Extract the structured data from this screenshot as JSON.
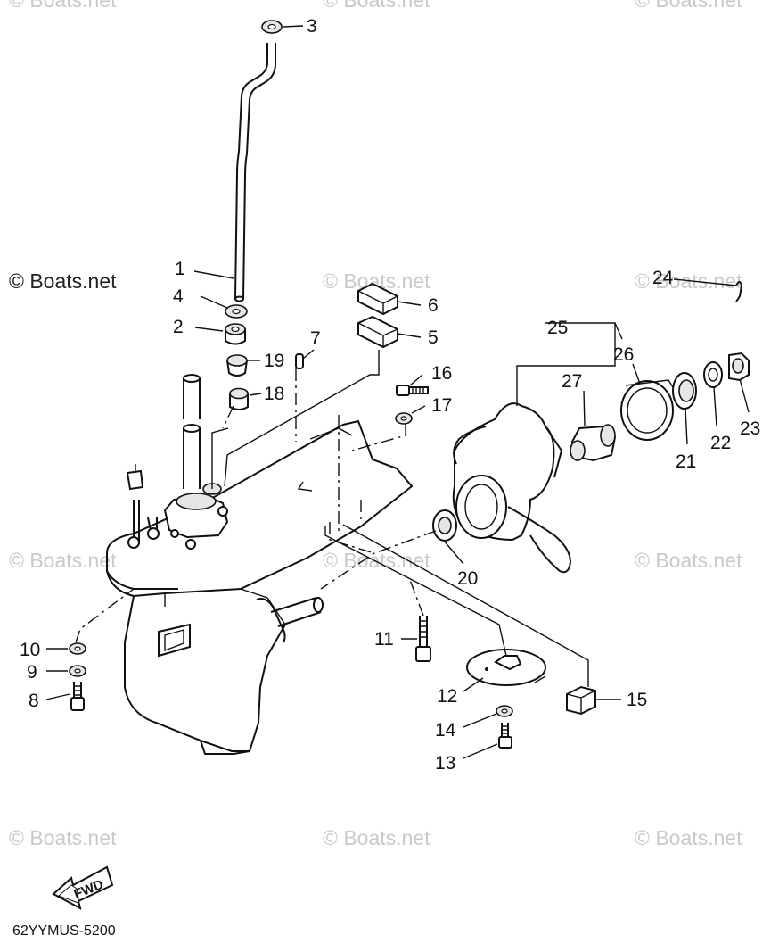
{
  "watermarks": [
    "© Boats.net",
    "© Boats.net",
    "© Boats.net",
    "© Boats.net",
    "© Boats.net",
    "© Boats.net",
    "© Boats.net",
    "© Boats.net",
    "© Boats.net",
    "© Boats.net",
    "© Boats.net",
    "© Boats.net"
  ],
  "callouts": {
    "c1": "1",
    "c2": "2",
    "c3": "3",
    "c4": "4",
    "c5": "5",
    "c6": "6",
    "c7": "7",
    "c8": "8",
    "c9": "9",
    "c10": "10",
    "c11": "11",
    "c12": "12",
    "c13": "13",
    "c14": "14",
    "c15": "15",
    "c16": "16",
    "c17": "17",
    "c18": "18",
    "c19": "19",
    "c20": "20",
    "c21": "21",
    "c22": "22",
    "c23": "23",
    "c24": "24",
    "c25": "25",
    "c26": "26",
    "c27": "27"
  },
  "fwd_label": "FWD",
  "diagram_code": "62YYMUS-5200"
}
